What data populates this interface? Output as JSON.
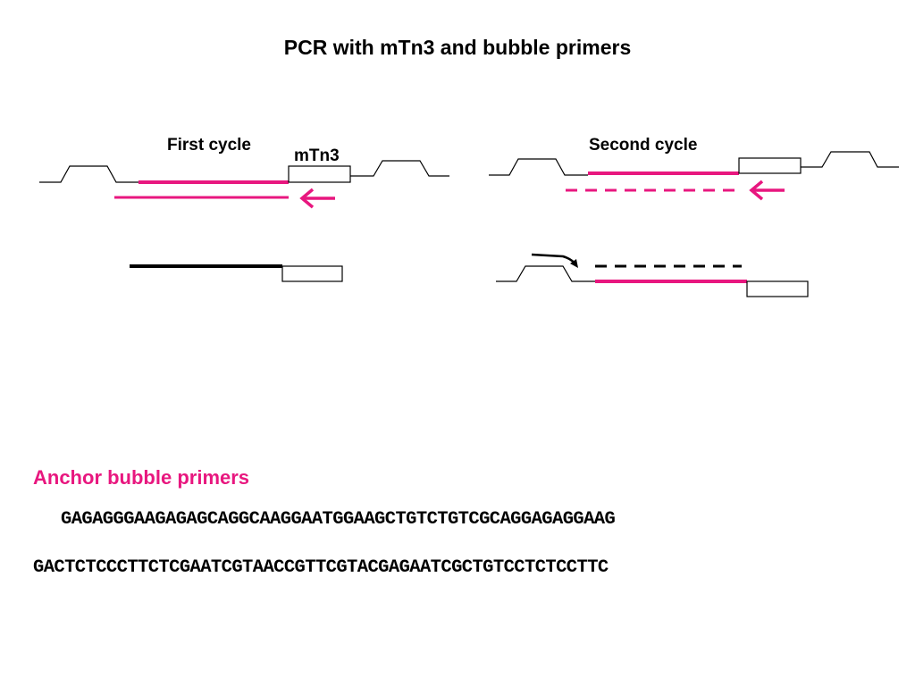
{
  "title": "PCR with mTn3 and bubble primers",
  "diagram": {
    "first_cycle_label": "First cycle",
    "mtn3_label": "mTn3",
    "second_cycle_label": "Second cycle"
  },
  "anchor": {
    "heading": "Anchor bubble primers",
    "sequences": [
      "GAGAGGGAAGAGAGCAGGCAAGGAATGGAAGCTGTCTGTCGCAGGAGAGGAAG",
      "GACTCTCCCTTCTCGAATCGTAACCGTTCGTACGAGAATCGCTGTCCTCTCCTTC"
    ]
  },
  "colors": {
    "accent": "#e8177f",
    "line": "#000000"
  }
}
